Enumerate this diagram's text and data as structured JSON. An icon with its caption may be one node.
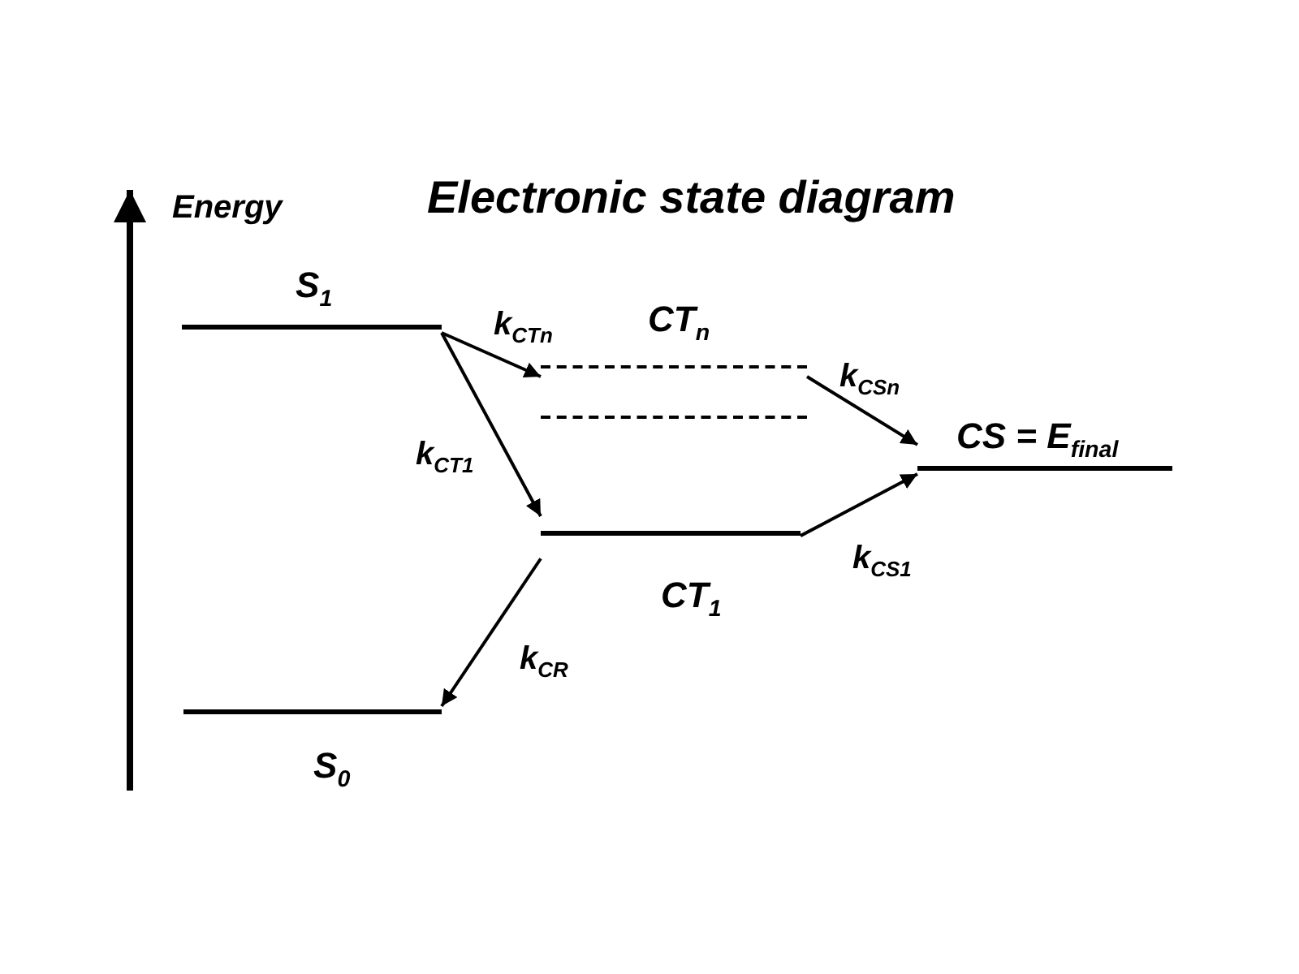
{
  "diagram": {
    "title": "Electronic state diagram",
    "nodes": [
      {
        "text": [
          "S$_{1}$"
        ]
      },
      {
        "text": [
          "CT$_{n}$"
        ]
      },
      {
        "text": [],
        "shape": "bar"
      },
      {
        "text": [
          "CT$_{1}$"
        ]
      },
      {
        "text": [
          "CS = E$_{final}$"
        ]
      },
      {
        "text": [
          "S$_{0}$"
        ]
      }
    ],
    "edges": [
      {
        "from": 0,
        "to": 1,
        "arrow": "to",
        "label": "k$_{CTn}$"
      },
      {
        "from": 0,
        "to": 3,
        "arrow": "to",
        "label": "k$_{CT1}$"
      },
      {
        "from": 1,
        "to": 4,
        "arrow": "to",
        "label": "k$_{CSn}$"
      },
      {
        "from": 3,
        "to": 4,
        "arrow": "to",
        "label": "k$_{CS1}$"
      },
      {
        "from": 3,
        "to": 5,
        "arrow": "to",
        "label": "k$_{CR}$"
      }
    ],
    "labels": [
      "Energy"
    ]
  }
}
